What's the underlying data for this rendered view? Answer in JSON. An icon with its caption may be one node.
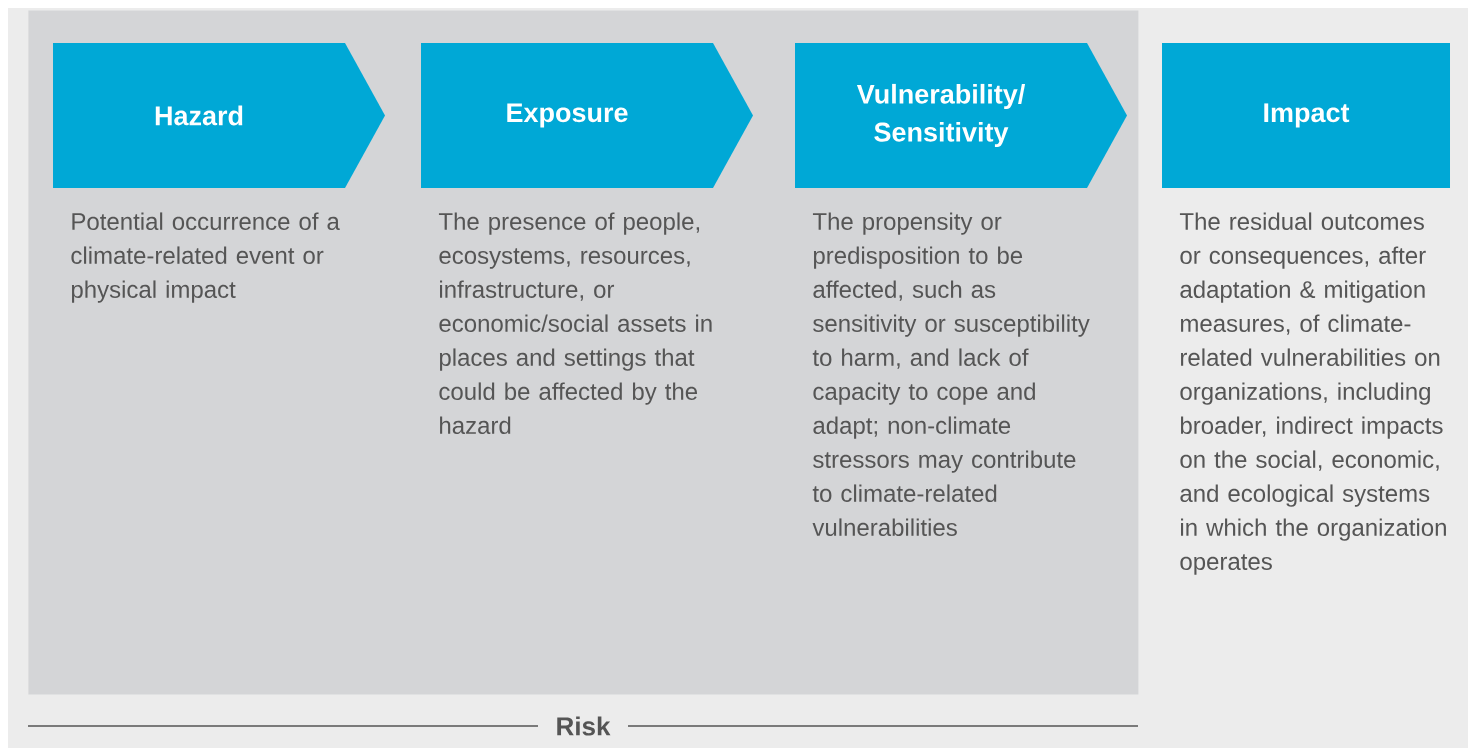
{
  "diagram": {
    "nodes": [
      {
        "text": [
          "Risk"
        ]
      },
      {
        "text": [
          "Hazard"
        ],
        "in": 0,
        "beside": [
          "Potential occurrence of a climate-related event or physical impact"
        ]
      },
      {
        "text": [
          "Exposure"
        ],
        "in": 0,
        "beside": [
          "The presence of people, ecosystems, resources, infrastructure, or economic/social assets in places and settings that could be affected by the hazard"
        ]
      },
      {
        "text": [
          "Vulnerability/ Sensitivity"
        ],
        "in": 0,
        "beside": [
          "The propensity or predisposition to be affected, such as sensitivity or susceptibility to harm, and lack of capacity to cope and adapt; non-climate stressors may contribute to climate-related vulnerabilities"
        ]
      },
      {
        "text": [
          "Impact"
        ],
        "beside": [
          "The residual outcomes or consequences, after adaptation & mitigation measures, of climate-related vulnerabilities on organizations, including broader, indirect impacts on the social, economic, and ecological systems in which the organization operates"
        ]
      }
    ]
  }
}
